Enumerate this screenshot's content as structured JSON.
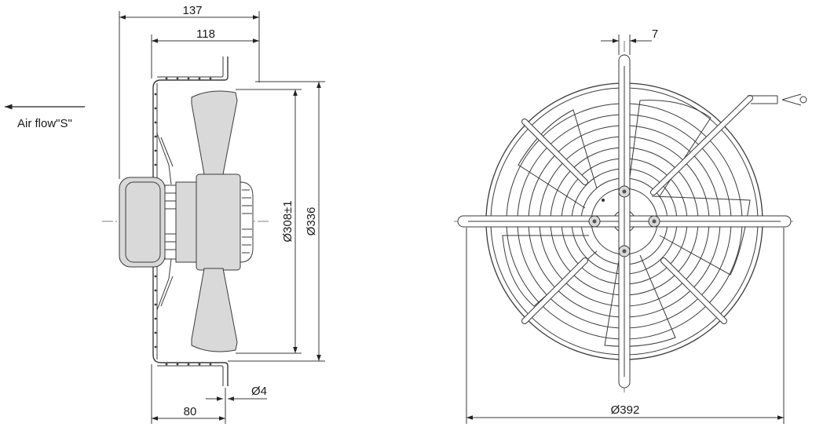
{
  "airflow": {
    "label": "Air flow\"S\""
  },
  "side_view": {
    "dim_total_depth": "137",
    "dim_guard_depth": "118",
    "dim_blade_diameter": "Ø308±1",
    "dim_guard_ring_diameter": "Ø336",
    "dim_hole": "Ø4",
    "dim_mount_offset": "80"
  },
  "front_view": {
    "dim_strut_width": "7",
    "dim_overall_width": "Ø392"
  }
}
